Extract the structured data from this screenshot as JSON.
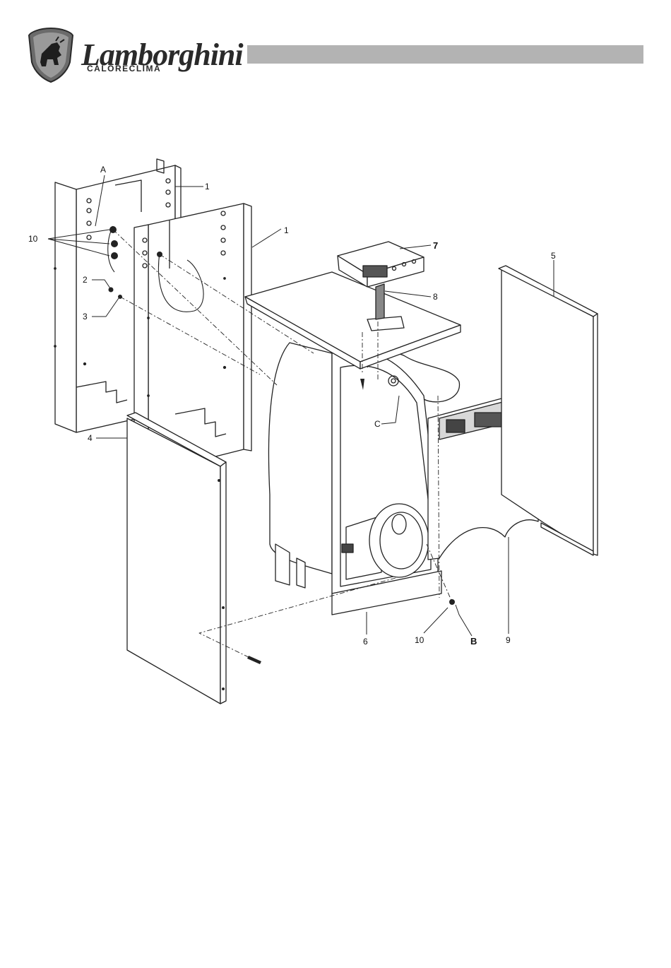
{
  "header": {
    "brand": "Lamborghini",
    "brand_sub": "CALORECLIMA"
  },
  "callouts": {
    "A": "A",
    "B": "B",
    "C": "C",
    "n1a": "1",
    "n1b": "1",
    "n2": "2",
    "n3": "3",
    "n4": "4",
    "n5": "5",
    "n6": "6",
    "n7": "7",
    "n8": "8",
    "n9": "9",
    "n10a": "10",
    "n10b": "10"
  }
}
